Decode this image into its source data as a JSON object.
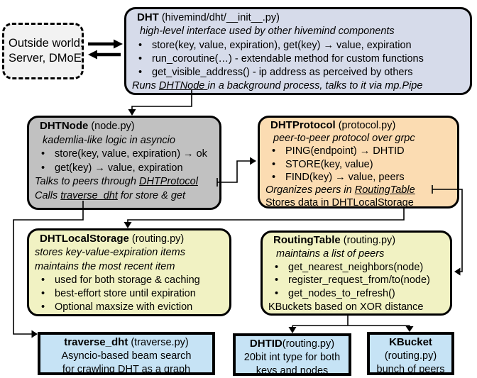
{
  "glyphs": {
    "bullet": "•"
  },
  "colors": {
    "dht_fill": "#d6dbea",
    "node_fill": "#c1c1c1",
    "protocol_fill": "#fbdcb2",
    "storage_fill": "#f1f2c3",
    "leaf_fill": "#c6e3f5",
    "outside_fill": "#f2f2f2",
    "border": "#000000"
  },
  "outside_world": {
    "line1": "Outside world:",
    "line2": "Server, DMoE"
  },
  "boxes": {
    "dht": {
      "title": "DHT",
      "file": " (hivemind/dht/__init__.py)",
      "subtitle": "high-level interface used by other hivemind components",
      "bullets": [
        "store(key, value, expiration), get(key) →  value, expiration",
        "run_coroutine(…) - extendable method for custom functions",
        "get_visible_address() - ip address as perceived by others"
      ],
      "footer_pre": "Runs ",
      "footer_link": "DHTNode ",
      "footer_post": "in a background process, talks to it via mp.Pipe"
    },
    "dht_node": {
      "title": "DHTNode",
      "file": " (node.py)",
      "subtitle": "kademlia-like logic in asyncio",
      "bullets": [
        "store(key, value, expiration) → ok",
        "get(key) → value, expiration"
      ],
      "footer1_pre": "Talks to peers through ",
      "footer1_link": "DHTProtocol",
      "footer2_pre": "Calls ",
      "footer2_link": "traverse_dht",
      "footer2_post": " for store & get"
    },
    "dht_protocol": {
      "title": "DHTProtocol",
      "file": " (protocol.py)",
      "subtitle": "peer-to-peer protocol over grpc",
      "bullets": [
        "PING(endpoint) → DHTID",
        "STORE(key, value)",
        "FIND(key)  →  value, peers"
      ],
      "footer1_pre": "Organizes peers in ",
      "footer1_link": "RoutingTable",
      "footer2_pre": "Stores data in DHT",
      "footer2_link": "LocalStorage"
    },
    "local_storage": {
      "title": "DHTLocalStorage",
      "file": " (routing.py)",
      "subtitle1": "stores key-value-expiration items",
      "subtitle2": "maintains the most recent item",
      "bullets": [
        "used for both storage & caching",
        "best-effort store until expiration",
        "Optional maxsize with eviction"
      ]
    },
    "routing_table": {
      "title": "RoutingTable",
      "file": " (routing.py)",
      "subtitle": "maintains a list of peers",
      "bullets": [
        "get_nearest_neighbors(node)",
        "register_request_from/to(node)",
        "get_nodes_to_refresh()"
      ],
      "footer": "KBuckets based on XOR distance"
    },
    "traverse_dht": {
      "title": "traverse_dht",
      "file": " (traverse.py)",
      "line2": "Asyncio-based beam search",
      "line3": "for crawling DHT as a graph"
    },
    "dhtid": {
      "title": "DHTID",
      "file": "(routing.py)",
      "line2": "20bit int type for both",
      "line3": "keys and nodes"
    },
    "kbucket": {
      "title": "KBucket",
      "file": "(routing.py)",
      "line3": "bunch of peers"
    }
  }
}
